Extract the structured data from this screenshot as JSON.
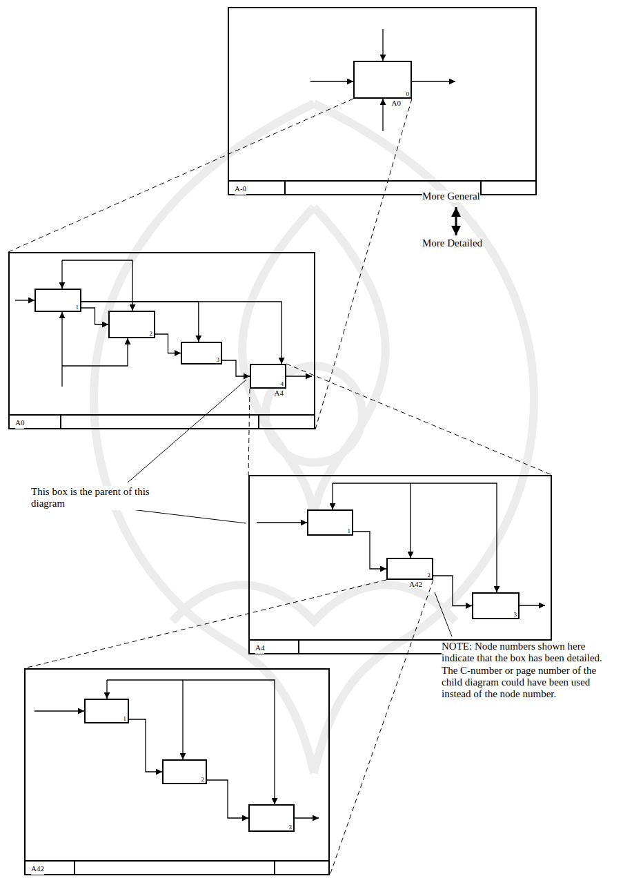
{
  "diagram": {
    "nodes": [
      {
        "text": [
          "A-0"
        ]
      },
      {
        "text": [
          "0",
          "A0"
        ],
        "in": 0
      },
      {
        "text": [
          "A0"
        ]
      },
      {
        "text": [
          "1"
        ],
        "in": 2
      },
      {
        "text": [
          "2"
        ],
        "in": 2
      },
      {
        "text": [
          "3"
        ],
        "in": 2
      },
      {
        "text": [
          "4",
          "A4"
        ],
        "in": 2
      },
      {
        "text": [
          "A4"
        ]
      },
      {
        "text": [
          "1"
        ],
        "in": 7
      },
      {
        "text": [
          "2",
          "A42"
        ],
        "in": 7
      },
      {
        "text": [
          "3"
        ],
        "in": 7
      },
      {
        "text": [
          "A42"
        ]
      },
      {
        "text": [
          "1"
        ],
        "in": 11
      },
      {
        "text": [
          "2"
        ],
        "in": 11
      },
      {
        "text": [
          "3"
        ],
        "in": 11
      }
    ],
    "edges": [
      {
        "from": 3,
        "to": 4,
        "arrow": "to"
      },
      {
        "from": 3,
        "to": 5,
        "arrow": "to"
      },
      {
        "from": 3,
        "to": 6,
        "arrow": "to"
      },
      {
        "from": 4,
        "to": 5,
        "arrow": "to"
      },
      {
        "from": 5,
        "to": 6,
        "arrow": "to"
      },
      {
        "from": 8,
        "to": 9,
        "arrow": "to"
      },
      {
        "from": 9,
        "to": 10,
        "arrow": "to"
      },
      {
        "from": 12,
        "to": 13,
        "arrow": "to"
      },
      {
        "from": 13,
        "to": 14,
        "arrow": "to"
      },
      {
        "from": 1,
        "to": 2,
        "arrow": "none"
      },
      {
        "from": 1,
        "to": 2,
        "arrow": "none"
      },
      {
        "from": 6,
        "to": 7,
        "arrow": "none"
      },
      {
        "from": 6,
        "to": 7,
        "arrow": "none"
      },
      {
        "from": 9,
        "to": 11,
        "arrow": "none"
      },
      {
        "from": 9,
        "to": 11,
        "arrow": "none"
      }
    ],
    "labels": [
      "More General",
      "More Detailed",
      "This box is the parent of this diagram",
      "NOTE: Node numbers shown here indicate that the box has been detailed. The C-number or page number of the child diagram could have been used instead of the node number."
    ]
  }
}
